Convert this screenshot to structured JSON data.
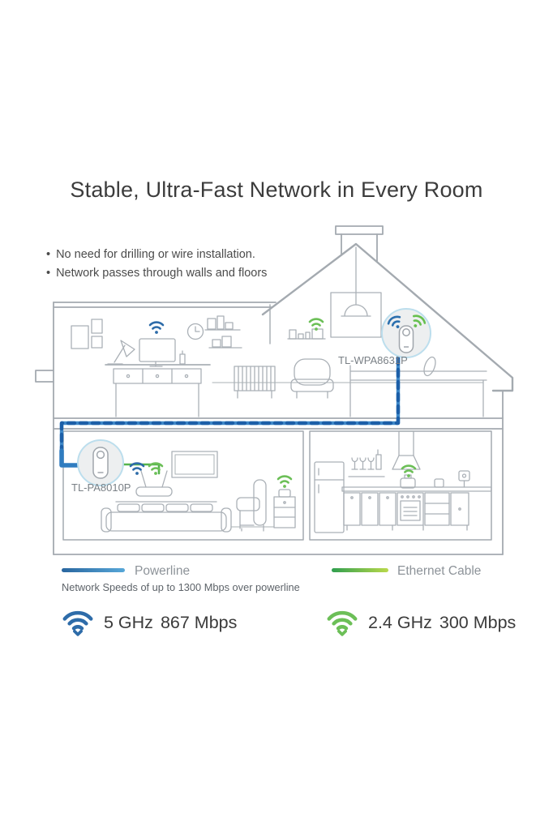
{
  "header": {
    "title": "Stable, Ultra-Fast Network in Every Room",
    "bullets": [
      "No need for drilling or wire installation.",
      "Network passes through walls and floors"
    ]
  },
  "diagram": {
    "upstairs_device": "TL-WPA8631P",
    "downstairs_device": "TL-PA8010P"
  },
  "legend": {
    "powerline_label": "Powerline",
    "powerline_note": "Network Speeds of up to 1300 Mbps over powerline",
    "ethernet_label": "Ethernet Cable"
  },
  "speeds": [
    {
      "band": "5 GHz",
      "rate": "867 Mbps"
    },
    {
      "band": "2.4 GHz",
      "rate": "300 Mbps"
    }
  ],
  "colors": {
    "powerline_blue": "#2f7cc0",
    "powerline_dash": "#1c5fa8",
    "ethernet_green": "#55b44c",
    "wifi_blue": "#2e6ca9",
    "wifi_green": "#6cbf57",
    "outline_gray": "#a4aab0",
    "badge_fill": "#edeff0",
    "badge_ring": "#bcdeed"
  }
}
